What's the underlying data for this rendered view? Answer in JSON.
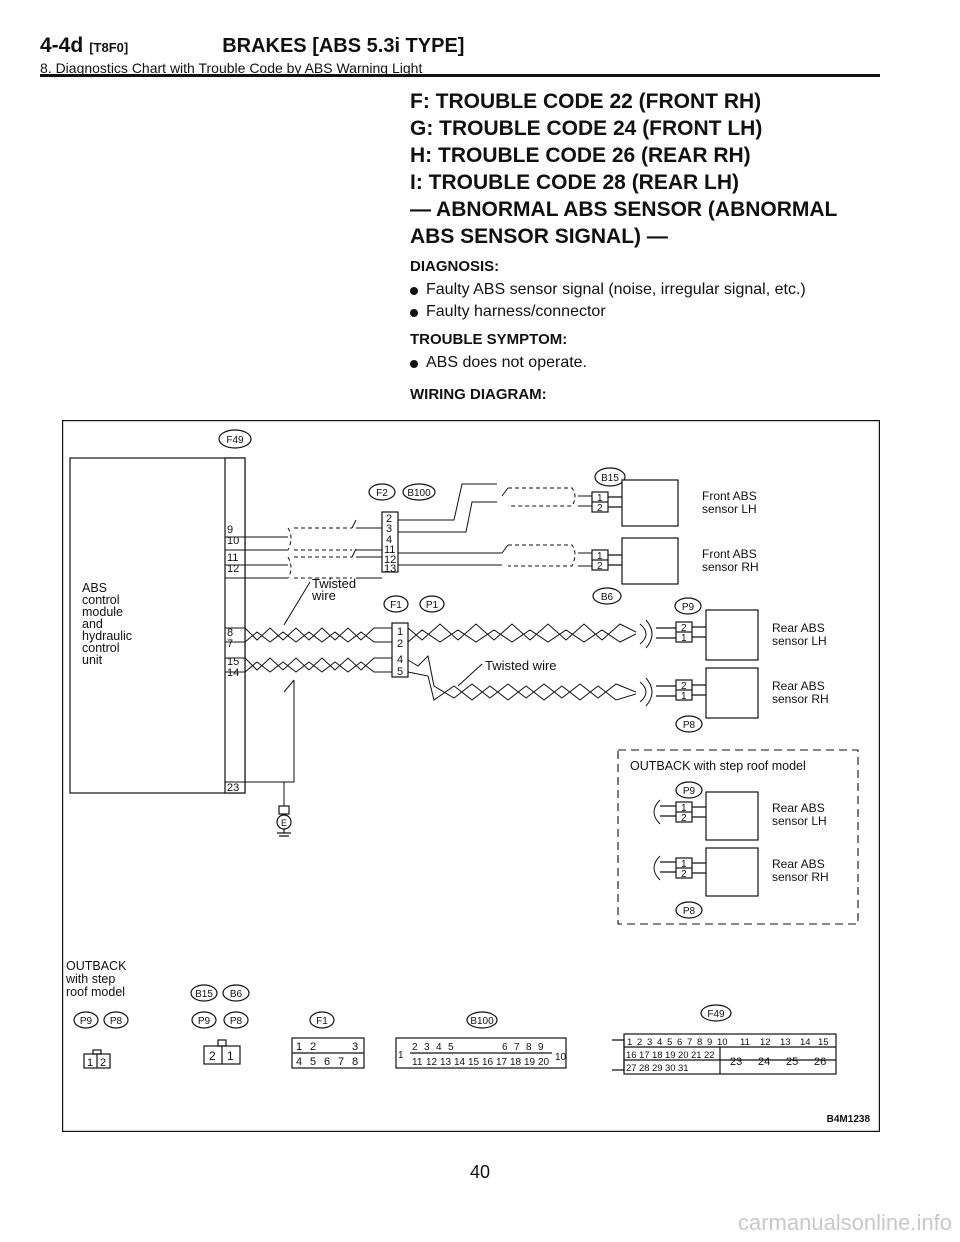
{
  "header": {
    "code": "4-4d",
    "code_tag": "[T8F0]",
    "title": "BRAKES [ABS 5.3i TYPE]",
    "subtitle": "8. Diagnostics Chart with Trouble Code by ABS Warning Light"
  },
  "section": {
    "title_lines": [
      "F: TROUBLE CODE 22 (FRONT RH)",
      "G: TROUBLE CODE 24 (FRONT LH)",
      "H: TROUBLE CODE 26 (REAR RH)",
      "I: TROUBLE CODE 28 (REAR LH)",
      "— ABNORMAL ABS SENSOR (ABNORMAL",
      "ABS SENSOR SIGNAL) —"
    ],
    "diagnosis_label": "DIAGNOSIS:",
    "diagnosis_items": [
      "Faulty ABS sensor signal (noise, irregular signal, etc.)",
      "Faulty harness/connector"
    ],
    "symptom_label": "TROUBLE SYMPTOM:",
    "symptom_items": [
      "ABS does not operate."
    ],
    "wiring_label": "WIRING DIAGRAM:"
  },
  "diagram": {
    "unit_label": [
      "ABS",
      "control",
      "module",
      "and",
      "hydraulic",
      "control",
      "unit"
    ],
    "connectors": {
      "f49": "F49",
      "b15": "B15",
      "f2": "F2",
      "b100": "B100",
      "b6": "B6",
      "f1": "F1",
      "p1": "P1",
      "p9": "P9",
      "p8": "P8",
      "e": "E"
    },
    "unit_pins": [
      "9",
      "10",
      "11",
      "12",
      "8",
      "7",
      "15",
      "14",
      "23"
    ],
    "mid_pins": [
      "2",
      "3",
      "4",
      "11",
      "12",
      "13"
    ],
    "f1_pins": [
      "1",
      "2",
      "4",
      "5"
    ],
    "sensor_pins": [
      "1",
      "2"
    ],
    "twisted_wire_1": [
      "Twisted",
      "wire"
    ],
    "twisted_wire_2": "Twisted wire",
    "sensors": {
      "front_lh": [
        "Front ABS",
        "sensor LH"
      ],
      "front_rh": [
        "Front ABS",
        "sensor RH"
      ],
      "rear_lh": [
        "Rear ABS",
        "sensor LH"
      ],
      "rear_rh": [
        "Rear ABS",
        "sensor RH"
      ]
    },
    "outback_box_title": "OUTBACK with step roof model",
    "outback_footer": [
      "OUTBACK",
      "with step",
      "roof model"
    ],
    "connector_faces": {
      "f1_top": [
        "1",
        "2",
        "3"
      ],
      "f1_bottom": [
        "4",
        "5",
        "6",
        "7",
        "8"
      ],
      "b100_top": [
        "2",
        "3",
        "4",
        "5",
        "6",
        "7",
        "8",
        "9"
      ],
      "b100_bottom": [
        "11",
        "12",
        "13",
        "14",
        "15",
        "16",
        "17",
        "18",
        "19",
        "20"
      ],
      "b100_left": "1",
      "b100_right": "10",
      "f49_row1": [
        "1",
        "2",
        "3",
        "4",
        "5",
        "6",
        "7",
        "8",
        "9",
        "10",
        "11",
        "12",
        "13",
        "14",
        "15"
      ],
      "f49_row2": [
        "16",
        "17",
        "18",
        "19",
        "20",
        "21",
        "22"
      ],
      "f49_row3": [
        "27",
        "28",
        "29",
        "30",
        "31"
      ],
      "f49_big": [
        "23",
        "24",
        "25",
        "26"
      ]
    },
    "figure_code": "B4M1238"
  },
  "page_number": "40",
  "watermark": "carmanualsonline.info"
}
